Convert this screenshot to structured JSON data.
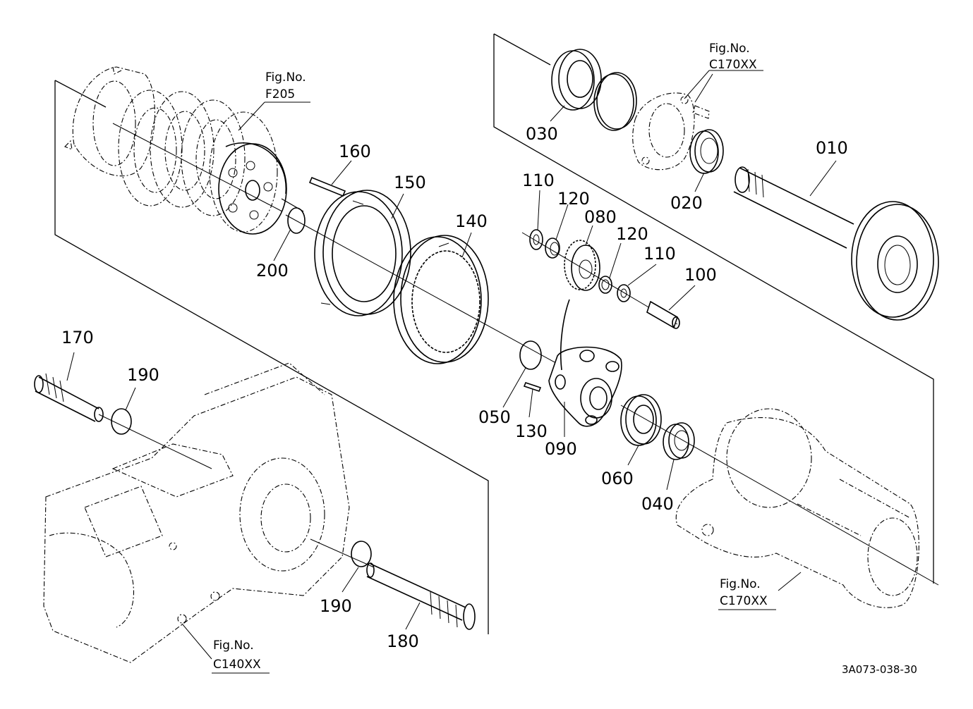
{
  "labels": {
    "p010": "010",
    "p020": "020",
    "p030": "030",
    "p040": "040",
    "p050": "050",
    "p060": "060",
    "p080": "080",
    "p090": "090",
    "p100": "100",
    "p110a": "110",
    "p110b": "110",
    "p120a": "120",
    "p120b": "120",
    "p130": "130",
    "p140": "140",
    "p150": "150",
    "p160": "160",
    "p170": "170",
    "p180": "180",
    "p190a": "190",
    "p190b": "190",
    "p200": "200"
  },
  "references": {
    "f205": {
      "line1": "Fig.No.",
      "line2": "F205"
    },
    "c170_top": {
      "line1": "Fig.No.",
      "line2": "C170XX"
    },
    "c170_bottom": {
      "line1": "Fig.No.",
      "line2": "C170XX"
    },
    "c140": {
      "line1": "Fig.No.",
      "line2": "C140XX"
    }
  },
  "diagram_code": "3A073-038-30"
}
